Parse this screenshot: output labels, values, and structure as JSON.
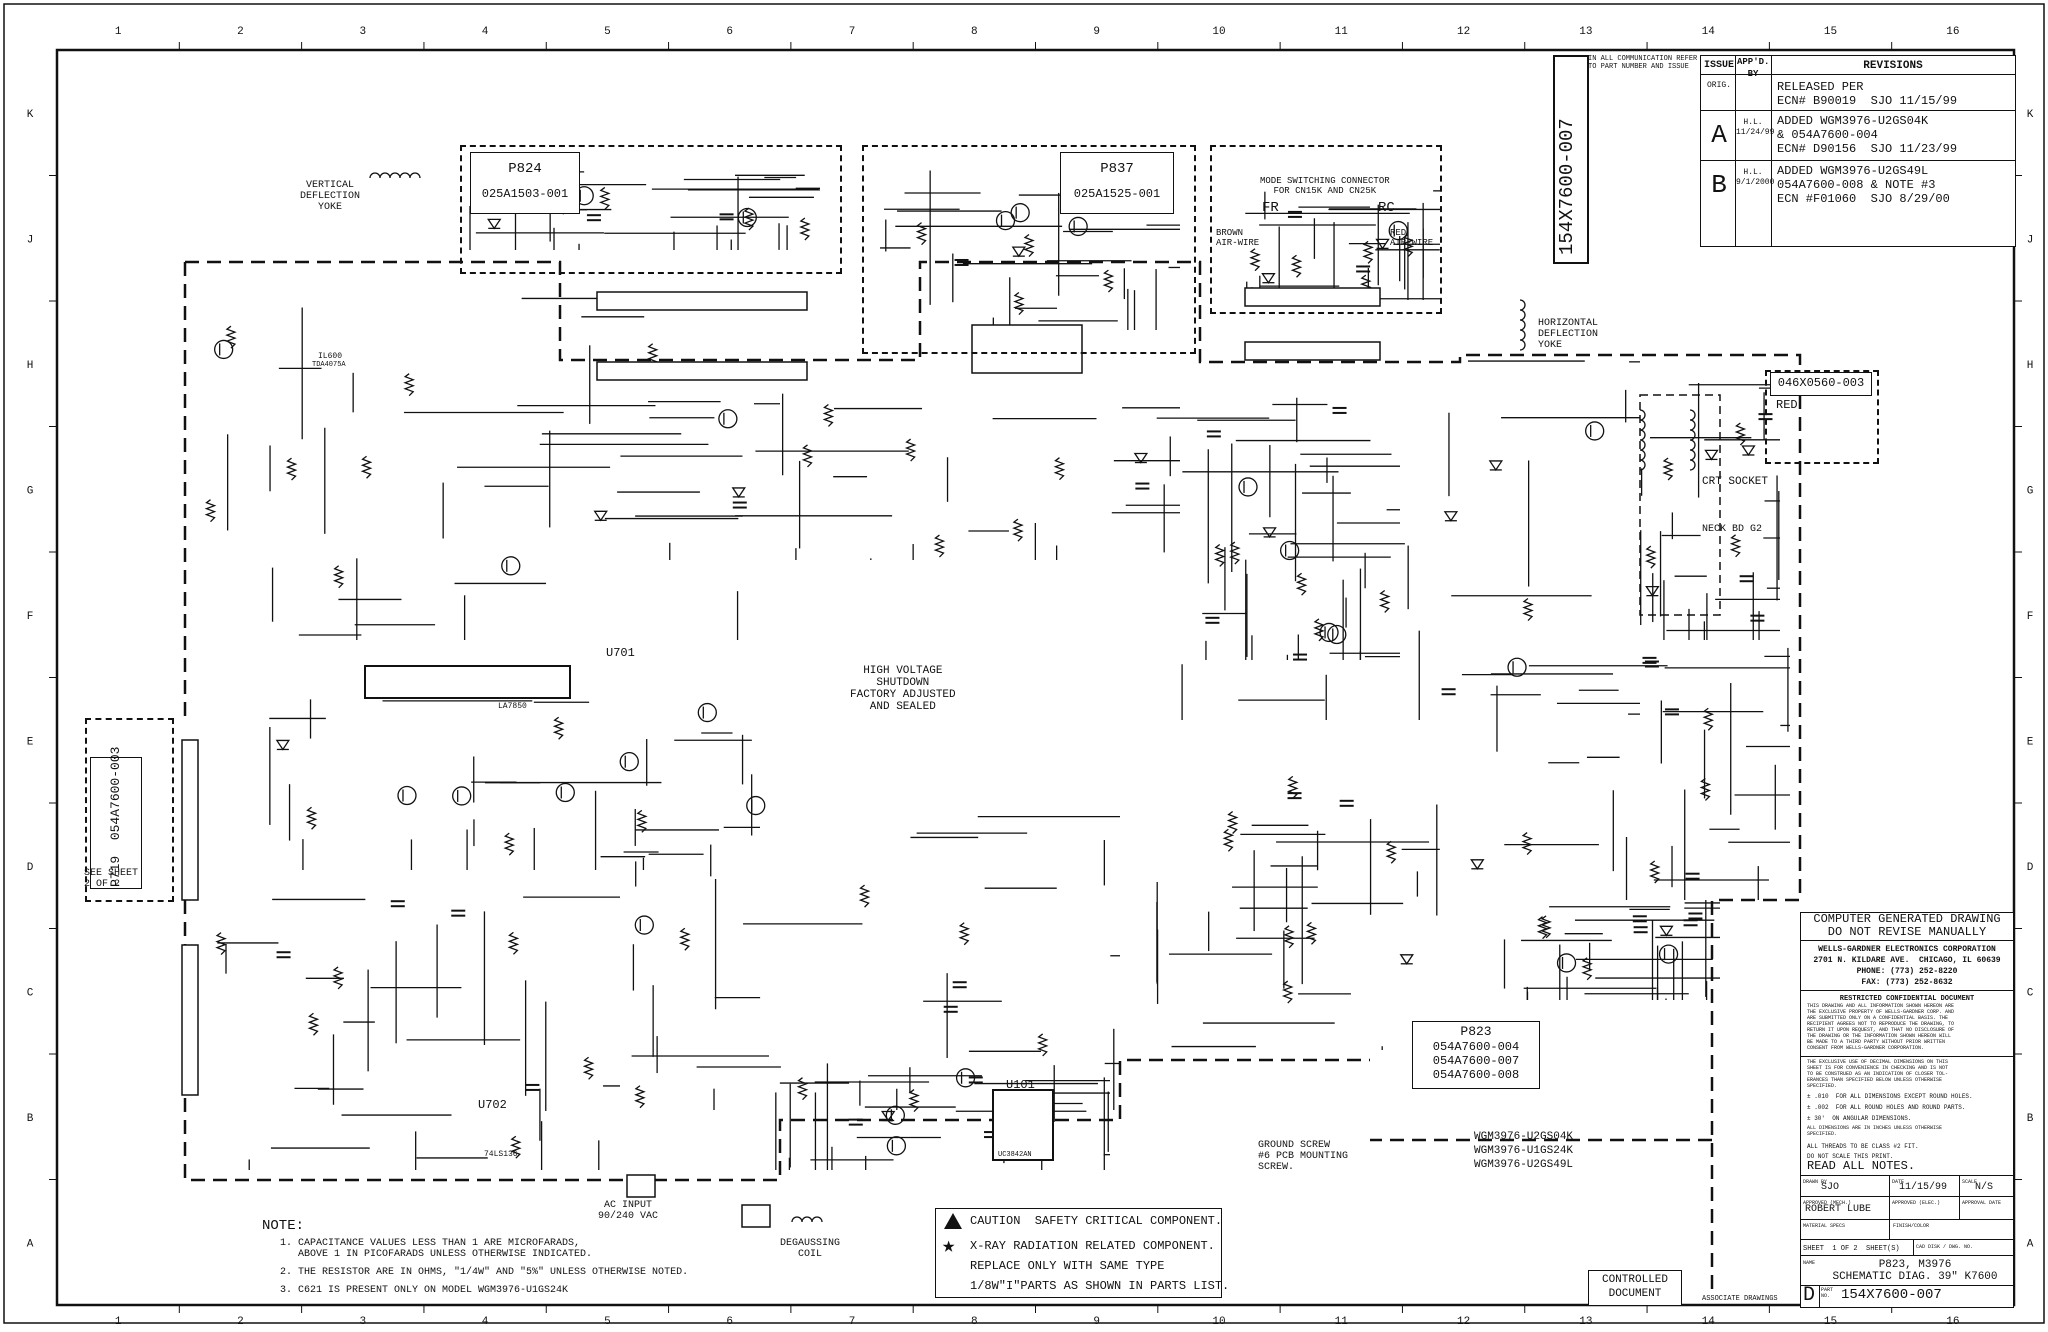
{
  "grid": {
    "columns": [
      "1",
      "2",
      "3",
      "4",
      "5",
      "6",
      "7",
      "8",
      "9",
      "10",
      "11",
      "12",
      "13",
      "14",
      "15",
      "16"
    ],
    "rows": [
      "K",
      "J",
      "H",
      "G",
      "F",
      "E",
      "D",
      "C",
      "B",
      "A"
    ]
  },
  "modules": {
    "p824": {
      "title": "P824",
      "part": "025A1503-001"
    },
    "p837": {
      "title": "P837",
      "part": "025A1525-001"
    },
    "p719": {
      "title": "P719",
      "part": "054A7600-003",
      "see_sheet": "SEE SHEET\n2 OF 2"
    },
    "p823": {
      "title": "P823",
      "parts": [
        "054A7600-004",
        "054A7600-007",
        "054A7600-008"
      ]
    },
    "red_board": {
      "part": "046X0560-003",
      "label": "RED"
    }
  },
  "labels": {
    "vertical_yoke": "VERTICAL\nDEFLECTION\nYOKE",
    "horizontal_yoke": "HORIZONTAL\nDEFLECTION\nYOKE",
    "mode_switch": "MODE SWITCHING CONNECTOR\nFOR CN15K AND CN25K",
    "brown_wire": "BROWN\nAIR-WIRE",
    "red_wire": "RED\nAIR-WIRE",
    "fr": "FR",
    "rc": "RC",
    "hv_shutdown": "HIGH VOLTAGE\nSHUTDOWN\nFACTORY ADJUSTED\nAND SEALED",
    "crt_socket": "CRT SOCKET",
    "neck_bd": "NECK BD G2",
    "ac_input": "AC INPUT\n90/240 VAC",
    "degaussing": "DEGAUSSING\nCOIL",
    "ground_screw": "GROUND SCREW\n#6 PCB MOUNTING\nSCREW.",
    "models": "WGM3976-U2GS04K\nWGM3976-U1GS24K\nWGM3976-U2GS49L",
    "controlled": "CONTROLLED\nDOCUMENT",
    "assoc": "ASSOCIATE DRAWINGS",
    "part_no_vertical": "154X7600-007",
    "ic_labels": [
      "U701",
      "U702",
      "U101",
      "LA7850",
      "UC3842AN",
      "74LS136",
      "IL600",
      "TDA4075A"
    ]
  },
  "notes": {
    "heading": "NOTE:",
    "items": [
      "1. CAPACITANCE VALUES LESS THAN 1 ARE MICROFARADS,\n   ABOVE 1 IN PICOFARADS UNLESS OTHERWISE INDICATED.",
      "2. THE RESISTOR ARE IN OHMS, \"1/4W\" AND \"5%\" UNLESS OTHERWISE NOTED.",
      "3. C621 IS PRESENT ONLY ON MODEL WGM3976-U1GS24K"
    ]
  },
  "caution": {
    "line1": "CAUTION  SAFETY CRITICAL COMPONENT.",
    "line2": "X-RAY RADIATION RELATED COMPONENT.",
    "line3": "REPLACE ONLY WITH SAME TYPE",
    "line4": "1/8W\"I\"PARTS AS SHOWN IN PARTS LIST."
  },
  "revisions": {
    "comm_note": "IN ALL COMMUNICATION REFER\nTO PART NUMBER AND ISSUE",
    "headers": [
      "ISSUE",
      "APP'D.\nBY",
      "REVISIONS"
    ],
    "rows": [
      {
        "issue": "ORIG.",
        "by": "",
        "text": "RELEASED PER\nECN# B90019  SJO 11/15/99"
      },
      {
        "issue": "A",
        "by": "H.L.\n11/24/99",
        "text": "ADDED WGM3976-U2GS04K\n& 054A7600-004\nECN# D90156  SJO 11/23/99"
      },
      {
        "issue": "B",
        "by": "H.L.\n9/1/2000",
        "text": "ADDED WGM3976-U2GS49L\n054A7600-008 & NOTE #3\nECN #F01060  SJO 8/29/00"
      }
    ]
  },
  "title_block": {
    "computer_generated": "COMPUTER GENERATED DRAWING\nDO NOT REVISE MANUALLY",
    "company": "WELLS-GARDNER ELECTRONICS CORPORATION",
    "address": "2701 N. KILDARE AVE.  CHICAGO, IL 60639",
    "phone": "PHONE: (773) 252-8220",
    "fax": "FAX: (773) 252-8632",
    "restricted": "RESTRICTED CONFIDENTIAL DOCUMENT",
    "restricted_body": "THIS DRAWING AND ALL INFORMATION SHOWN HEREON ARE\nTHE EXCLUSIVE PROPERTY OF WELLS-GARDNER CORP. AND\nARE SUBMITTED ONLY ON A CONFIDENTIAL BASIS. THE\nRECIPIENT AGREES NOT TO REPRODUCE THE DRAWING, TO\nRETURN IT UPON REQUEST, AND THAT NO DISCLOSURE OF\nTHE DRAWING OR THE INFORMATION SHOWN HEREON WILL\nBE MADE TO A THIRD PARTY WITHOUT PRIOR WRITTEN\nCONSENT FROM WELLS-GARDNER CORPORATION.",
    "decimal_note": "THE EXCLUSIVE USE OF DECIMAL DIMENSIONS ON THIS\nSHEET IS FOR CONVENIENCE IN CHECKING AND IS NOT\nTO BE CONSTRUED AS AN INDICATION OF CLOSER TOL-\nERANCES THAN SPECIFIED BELOW UNLESS OTHERWISE\nSPECIFIED.",
    "tol1": "± .010  FOR ALL DIMENSIONS EXCEPT ROUND HOLES.",
    "tol2": "± .002  FOR ALL ROUND HOLES AND ROUND PARTS.",
    "tol3": "± 30'  ON ANGULAR DIMENSIONS.",
    "inches": "ALL DIMENSIONS ARE IN INCHES UNLESS OTHERWISE\nSPECIFIED.",
    "threads": "ALL THREADS TO BE CLASS #2 FIT.",
    "noscale": "DO NOT SCALE THIS PRINT.",
    "read_notes": "READ ALL NOTES.",
    "drawn_by_label": "DRAWN BY",
    "drawn_by": "SJO",
    "date_label": "DATE",
    "date": "11/15/99",
    "scale_label": "SCALE",
    "scale": "N/S",
    "approved_mech_label": "APPROVED (MECH.)",
    "approved_mech": "ROBERT LUBE",
    "approved_elec_label": "APPROVED (ELEC.)",
    "approval_date_label": "APPROVAL DATE",
    "material_label": "MATERIAL SPECS",
    "finish_label": "FINISH/COLOR",
    "sheet": "SHEET  1 OF 2  SHEET(S)",
    "cad_label": "CAD DISK / DWG. NO.",
    "name_label": "NAME",
    "name": "P823, M3976\nSCHEMATIC DIAG. 39\" K7600",
    "part_label": "PART\nNO.",
    "part_no": "154X7600-007",
    "size": "D"
  }
}
